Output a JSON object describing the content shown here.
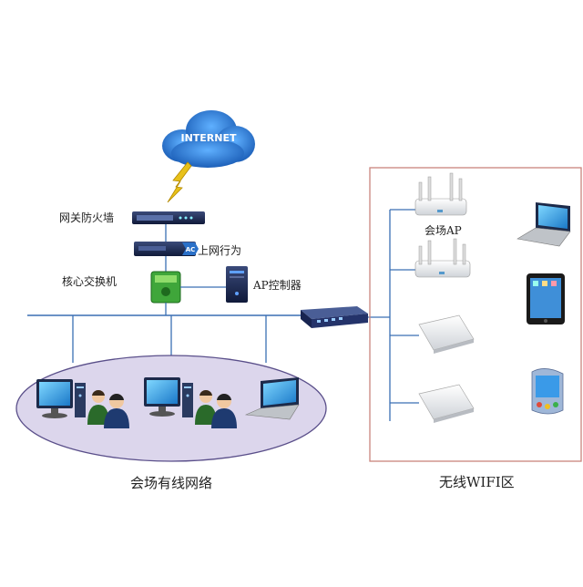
{
  "cloud": {
    "text": "INTERNET",
    "color": "#1c6fc8"
  },
  "labels": {
    "firewall": "网关防火墙",
    "behavior": "上网行为",
    "core_switch": "核心交换机",
    "ap_controller": "AP控制器",
    "venue_ap": "会场AP",
    "wired_network": "会场有线网络",
    "wireless_zone": "无线WIFI区"
  },
  "badges": {
    "ac": "AC"
  },
  "colors": {
    "line": "#3a6fb4",
    "ellipse_fill": "#dcd6ec",
    "ellipse_stroke": "#5a4f8a",
    "wifi_box": "#c9847d",
    "lightning": "#e8c11a"
  }
}
